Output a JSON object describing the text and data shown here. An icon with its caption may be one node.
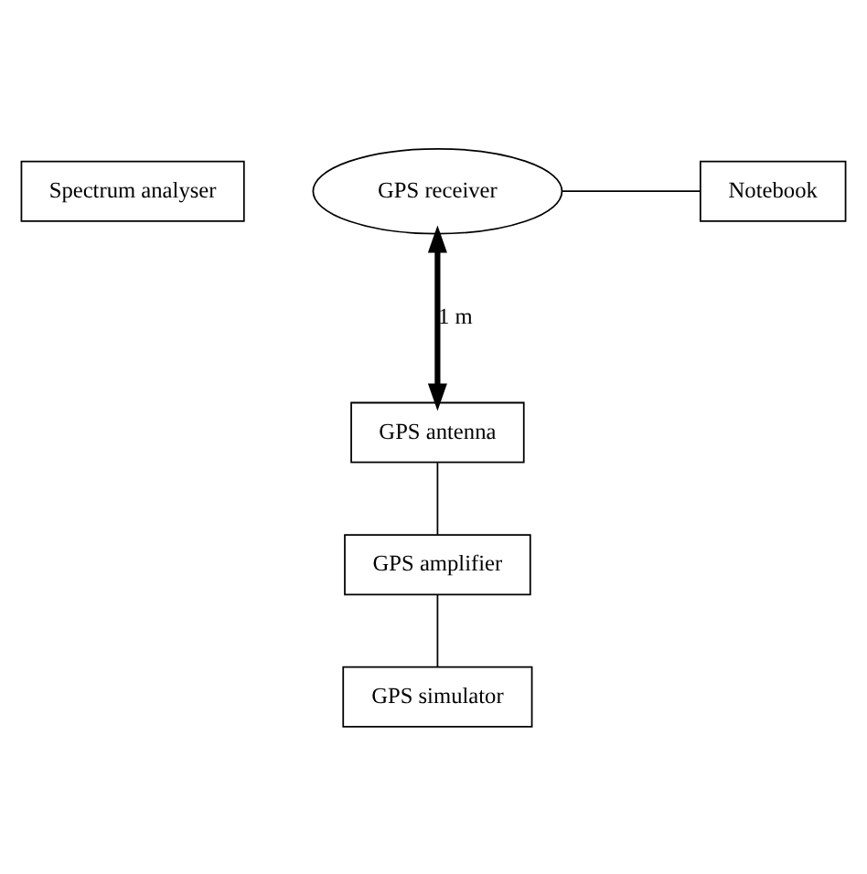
{
  "diagram": {
    "nodes": [
      {
        "text": [
          "Spectrum analyser"
        ]
      },
      {
        "text": [
          "GPS receiver"
        ]
      },
      {
        "text": [
          "Notebook"
        ]
      },
      {
        "text": [
          "GPS antenna"
        ]
      },
      {
        "text": [
          "GPS amplifier"
        ]
      },
      {
        "text": [
          "GPS simulator"
        ]
      }
    ],
    "edges": [
      {
        "from": 1,
        "to": 2,
        "arrow": "none"
      },
      {
        "from": 1,
        "to": 3,
        "arrow": "both",
        "label": "1 m",
        "style": "thick"
      },
      {
        "from": 3,
        "to": 4,
        "arrow": "none"
      },
      {
        "from": 4,
        "to": 5,
        "arrow": "none"
      }
    ]
  }
}
